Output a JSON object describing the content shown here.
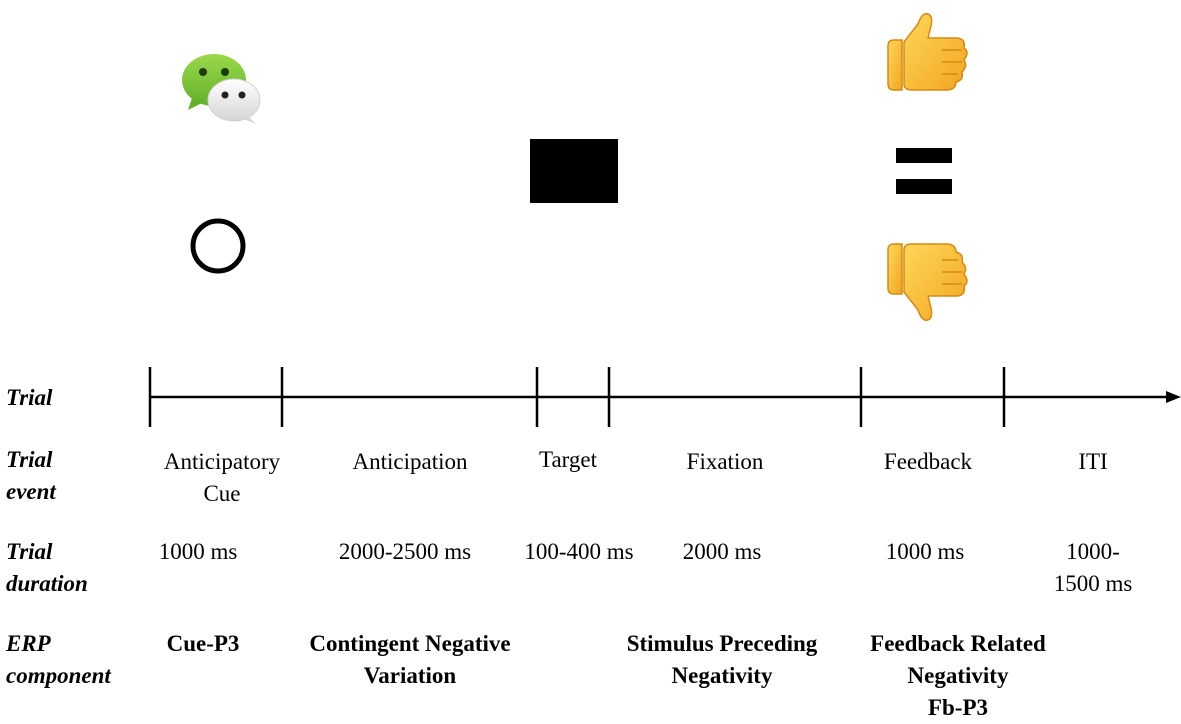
{
  "rows": {
    "trial": "Trial",
    "trial_event": "Trial\nevent",
    "trial_duration": "Trial\nduration",
    "erp_component": "ERP\ncomponent"
  },
  "segments": [
    {
      "event": "Anticipatory\nCue",
      "duration": "1000 ms",
      "erp": "Cue-P3"
    },
    {
      "event": "Anticipation",
      "duration": "2000-2500 ms",
      "erp": "Contingent Negative\nVariation"
    },
    {
      "event": "Target",
      "duration": "100-400 ms",
      "erp": ""
    },
    {
      "event": "Fixation",
      "duration": "2000 ms",
      "erp": "Stimulus Preceding\nNegativity"
    },
    {
      "event": "Feedback",
      "duration": "1000 ms",
      "erp": "Feedback Related\nNegativity\nFb-P3"
    },
    {
      "event": "ITI",
      "duration": "1000-1500 ms",
      "erp": ""
    }
  ],
  "stimuli": {
    "cue_top": "wechat-chat-icon",
    "cue_bottom": "circle-icon",
    "target": "black-square-icon",
    "feedback_top": "thumbs-up-icon",
    "feedback_middle": "equals-icon",
    "feedback_bottom": "thumbs-down-icon"
  },
  "colors": {
    "axis": "#000000",
    "wechat_green": "#7ecb2f",
    "thumb_yellow": "#f7c23a"
  }
}
